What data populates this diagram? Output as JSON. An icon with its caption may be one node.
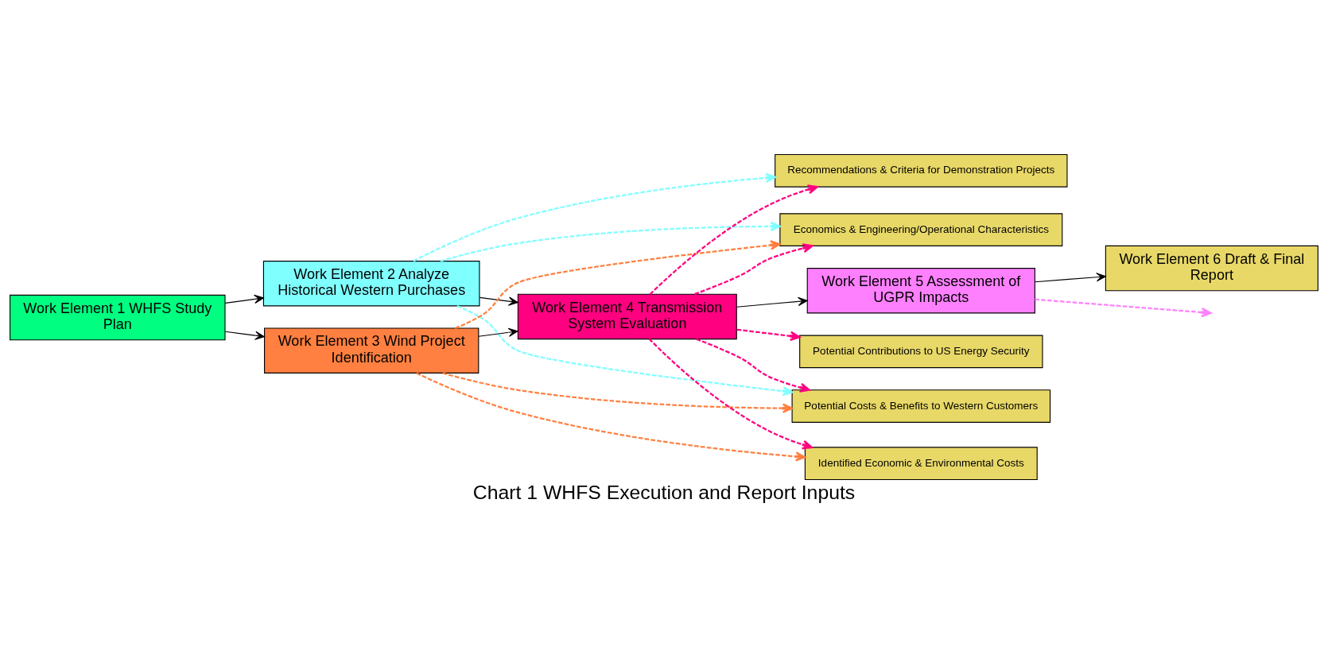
{
  "diagram": {
    "title": "Chart 1 WHFS Execution and Report Inputs",
    "nodes": [
      {
        "text": [
          "Work Element 1 WHFS Study Plan"
        ]
      },
      {
        "text": [
          "Work Element 2 Analyze Historical Western Purchases"
        ]
      },
      {
        "text": [
          "Work Element 3 Wind Project Identification"
        ]
      },
      {
        "text": [
          "Work Element 4 Transmission System Evaluation"
        ]
      },
      {
        "text": [
          "Work Element 5 Assessment of UGPR Impacts"
        ]
      },
      {
        "text": [
          "Work Element 6 Draft & Final Report"
        ]
      },
      {
        "text": [
          "Potential Costs & Benefits to Western Customers"
        ]
      },
      {
        "text": [
          "Economics & Engineering/Operational Characteristics"
        ]
      },
      {
        "text": [
          "Recommendations & Criteria for Demonstration Projects"
        ]
      },
      {
        "text": [
          "Identified Economic & Environmental Costs"
        ]
      },
      {
        "text": [
          "Potential Contributions to US Energy Security"
        ]
      }
    ],
    "edges": [
      {
        "from": 0,
        "to": 1,
        "arrow": "to"
      },
      {
        "from": 0,
        "to": 2,
        "arrow": "to"
      },
      {
        "from": 1,
        "to": 3,
        "arrow": "to"
      },
      {
        "from": 2,
        "to": 3,
        "arrow": "to"
      },
      {
        "from": 3,
        "to": 4,
        "arrow": "to"
      },
      {
        "from": 4,
        "to": 5,
        "arrow": "to"
      },
      {
        "from": 4,
        "to": null,
        "arrow": "to",
        "style": "dashed",
        "color": "#ff80ff"
      },
      {
        "from": 1,
        "to": 6,
        "arrow": "to",
        "style": "dashed",
        "color": "#80ffff"
      },
      {
        "from": 1,
        "to": 7,
        "arrow": "to",
        "style": "dashed",
        "color": "#80ffff"
      },
      {
        "from": 1,
        "to": 8,
        "arrow": "to",
        "style": "dashed",
        "color": "#80ffff"
      },
      {
        "from": 2,
        "to": 6,
        "arrow": "to",
        "style": "dashed",
        "color": "#ff8040"
      },
      {
        "from": 2,
        "to": 7,
        "arrow": "to",
        "style": "dashed",
        "color": "#ff8040"
      },
      {
        "from": 2,
        "to": 9,
        "arrow": "to",
        "style": "dashed",
        "color": "#ff8040"
      },
      {
        "from": 3,
        "to": 6,
        "arrow": "to",
        "style": "dashed",
        "color": "#ff0080"
      },
      {
        "from": 3,
        "to": 7,
        "arrow": "to",
        "style": "dashed",
        "color": "#ff0080"
      },
      {
        "from": 3,
        "to": 8,
        "arrow": "to",
        "style": "dashed",
        "color": "#ff0080"
      },
      {
        "from": 3,
        "to": 9,
        "arrow": "to",
        "style": "dashed",
        "color": "#ff0080"
      },
      {
        "from": 3,
        "to": 10,
        "arrow": "to",
        "style": "dashed",
        "color": "#ff0080"
      }
    ]
  }
}
